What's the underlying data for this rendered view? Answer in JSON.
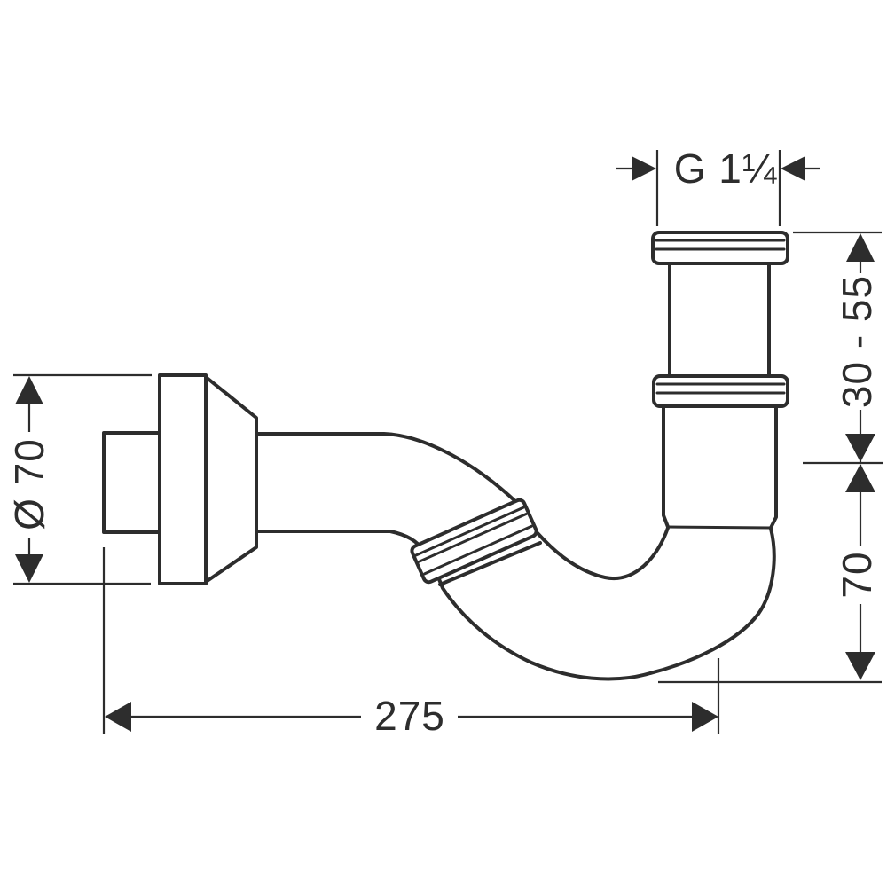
{
  "drawing": {
    "colors": {
      "background": "#ffffff",
      "line": "#2d2d2d"
    },
    "dimension_labels": {
      "thread_size": "G 1¼",
      "inlet_height_range": "30 - 55",
      "trap_height": "70",
      "outlet_diameter": "Ø 70",
      "overall_length": "275"
    }
  }
}
